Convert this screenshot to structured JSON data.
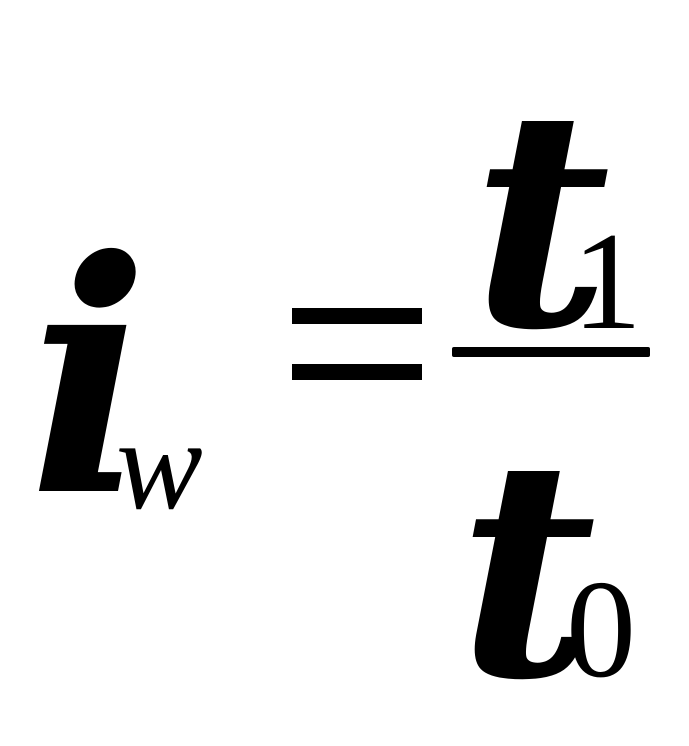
{
  "formula": {
    "lhs": {
      "variable": "i",
      "subscript": "w"
    },
    "relation": "=",
    "rhs": {
      "numerator": {
        "variable": "t",
        "subscript": "1"
      },
      "denominator": {
        "variable": "t",
        "subscript": "0"
      }
    }
  }
}
